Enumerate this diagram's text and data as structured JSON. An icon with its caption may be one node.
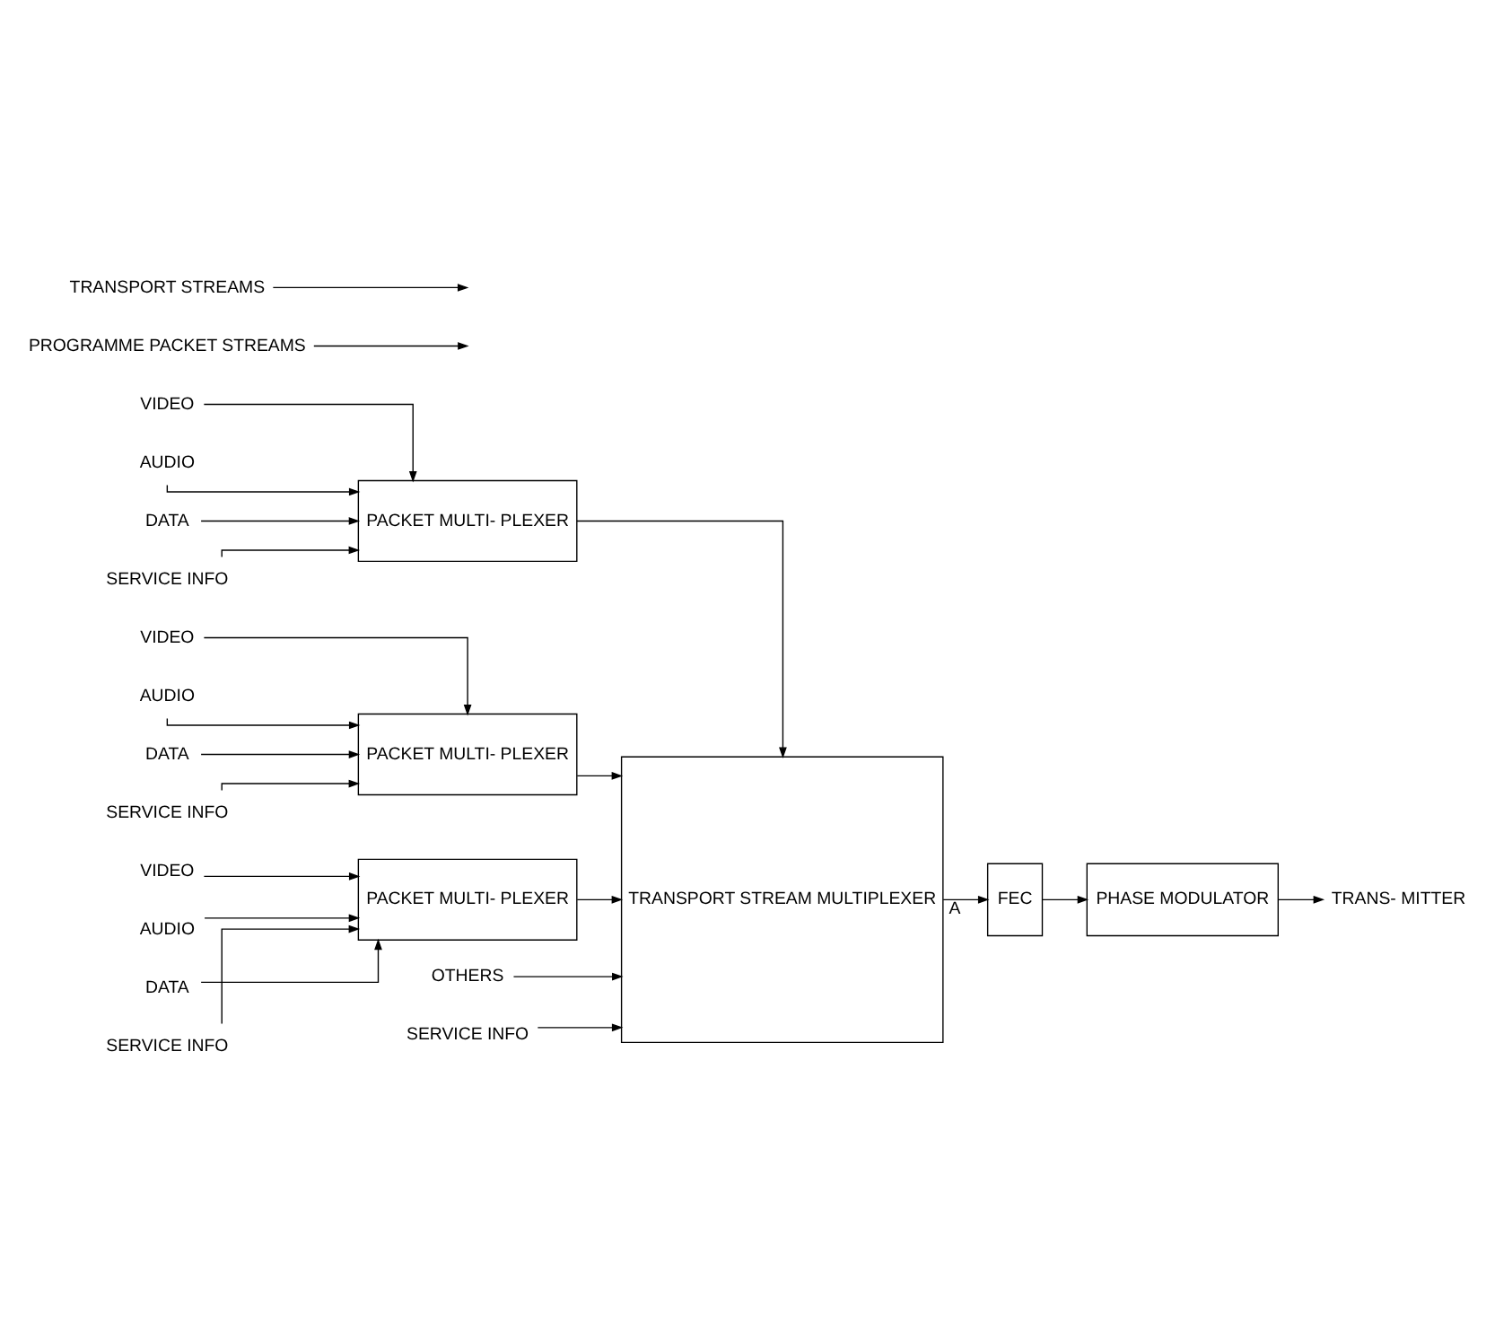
{
  "diagram": {
    "nodes": [
      {
        "text": [
          "VIDEO"
        ]
      },
      {
        "text": [
          "AUDIO"
        ]
      },
      {
        "text": [
          "DATA"
        ]
      },
      {
        "text": [
          "SERVICE INFO"
        ]
      },
      {
        "text": [
          "PACKET MULTI- PLEXER"
        ]
      },
      {
        "text": [
          "VIDEO"
        ]
      },
      {
        "text": [
          "AUDIO"
        ]
      },
      {
        "text": [
          "DATA"
        ]
      },
      {
        "text": [
          "SERVICE INFO"
        ]
      },
      {
        "text": [
          "PACKET MULTI- PLEXER"
        ]
      },
      {
        "text": [
          "VIDEO"
        ]
      },
      {
        "text": [
          "AUDIO"
        ]
      },
      {
        "text": [
          "DATA"
        ]
      },
      {
        "text": [
          "SERVICE INFO"
        ]
      },
      {
        "text": [
          "PACKET MULTI- PLEXER"
        ]
      },
      {
        "text": [
          "TRANSPORT STREAM MULTIPLEXER"
        ]
      },
      {
        "text": [
          "OTHERS"
        ]
      },
      {
        "text": [
          "SERVICE INFO"
        ]
      },
      {
        "text": [
          "FEC"
        ]
      },
      {
        "text": [
          "PHASE MODULATOR"
        ]
      },
      {
        "text": [
          "TRANS- MITTER"
        ]
      },
      {
        "text": [
          "PROGRAMME PACKET STREAMS"
        ]
      },
      {
        "text": [
          "TRANSPORT STREAMS"
        ]
      }
    ],
    "edges": [
      {
        "from": 0,
        "to": 4,
        "arrow": "to"
      },
      {
        "from": 1,
        "to": 4,
        "arrow": "to"
      },
      {
        "from": 2,
        "to": 4,
        "arrow": "to"
      },
      {
        "from": 3,
        "to": 4,
        "arrow": "to"
      },
      {
        "from": 5,
        "to": 9,
        "arrow": "to"
      },
      {
        "from": 6,
        "to": 9,
        "arrow": "to"
      },
      {
        "from": 7,
        "to": 9,
        "arrow": "to"
      },
      {
        "from": 8,
        "to": 9,
        "arrow": "to"
      },
      {
        "from": 10,
        "to": 14,
        "arrow": "to"
      },
      {
        "from": 11,
        "to": 14,
        "arrow": "to"
      },
      {
        "from": 12,
        "to": 14,
        "arrow": "to"
      },
      {
        "from": 13,
        "to": 14,
        "arrow": "to"
      },
      {
        "from": 4,
        "to": 15,
        "arrow": "to"
      },
      {
        "from": 9,
        "to": 15,
        "arrow": "to"
      },
      {
        "from": 14,
        "to": 15,
        "arrow": "to"
      },
      {
        "from": 16,
        "to": 15,
        "arrow": "to"
      },
      {
        "from": 17,
        "to": 15,
        "arrow": "to"
      },
      {
        "from": 15,
        "to": 18,
        "arrow": "to",
        "label": "A"
      },
      {
        "from": 18,
        "to": 19,
        "arrow": "to"
      },
      {
        "from": 19,
        "to": 20,
        "arrow": "to"
      },
      {
        "from": 21,
        "to": null,
        "arrow": "to"
      },
      {
        "from": 22,
        "to": null,
        "arrow": "to"
      }
    ]
  }
}
